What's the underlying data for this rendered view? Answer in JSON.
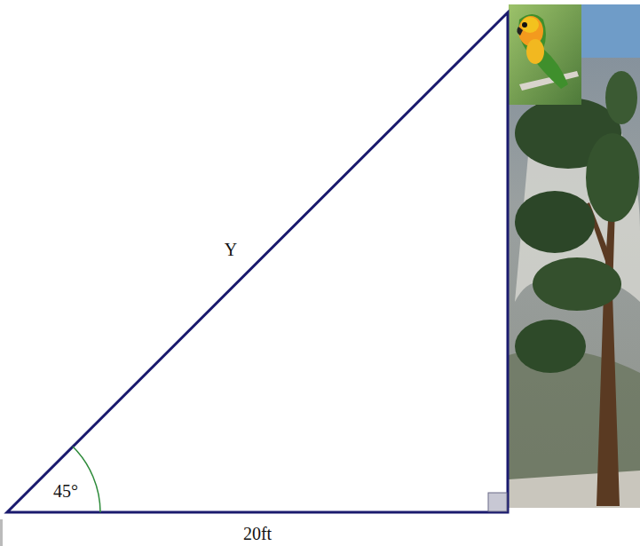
{
  "diagram": {
    "labels": [
      "Y",
      "45°",
      "20ft"
    ]
  }
}
